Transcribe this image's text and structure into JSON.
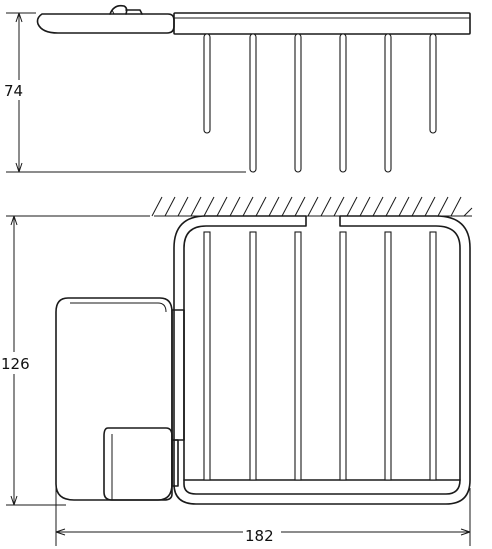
{
  "dimensions": {
    "height_top": "74",
    "height_front": "126",
    "width_total": "182"
  },
  "colors": {
    "line": "#1a1a1a",
    "background": "#ffffff"
  }
}
